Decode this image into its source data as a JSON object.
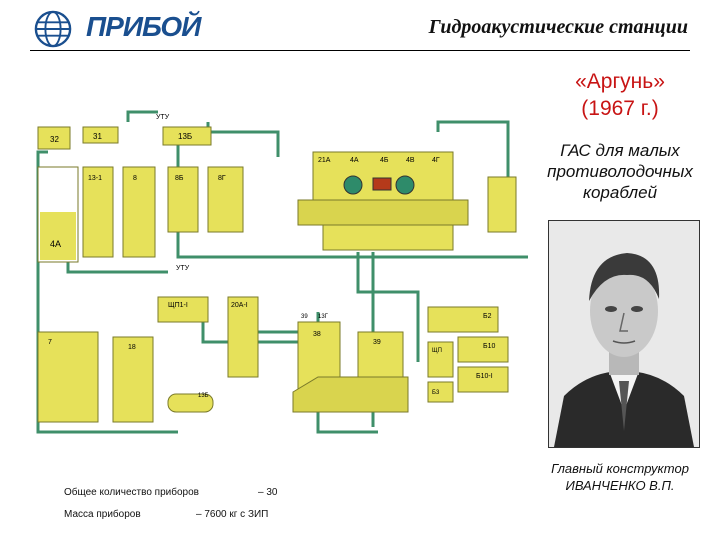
{
  "header": {
    "logo_text": "ПРИБОЙ",
    "title": "Гидроакустические станции"
  },
  "station": {
    "name_line1": "«Аргунь»",
    "name_line2": "(1967 г.)",
    "desc_line1": "ГАС для малых",
    "desc_line2": "противолодочных",
    "desc_line3": "кораблей"
  },
  "designer": {
    "line1": "Главный конструктор",
    "line2": "ИВАНЧЕНКО В.П."
  },
  "stats": {
    "count_label": "Общее количество приборов",
    "count_value": "– 30",
    "mass_label": "Масса приборов",
    "mass_value": "– 7600 кг с ЗИП"
  },
  "diagram": {
    "labels": {
      "uty_top": "УТУ",
      "uty_mid": "УТУ",
      "u32": "32",
      "u31": "31",
      "u13b": "13Б",
      "u13_1": "13-1",
      "u8": "8",
      "u8b": "8Б",
      "u8g": "8Г",
      "u4a": "4А",
      "u21a": "21А",
      "u4a2": "4А",
      "u4b": "4Б",
      "u4v": "4В",
      "u4g": "4Г",
      "shchp": "ЩП1-I",
      "u20a": "20А-I",
      "u7": "7",
      "u18": "18",
      "u13b2": "13Б",
      "u39": "39",
      "u13g": "13Г",
      "u38": "38",
      "u39b": "39",
      "b2": "Б2",
      "shchp2": "ЩП",
      "b10": "Б10",
      "b10_1": "Б10-I",
      "b3": "Б3"
    }
  }
}
